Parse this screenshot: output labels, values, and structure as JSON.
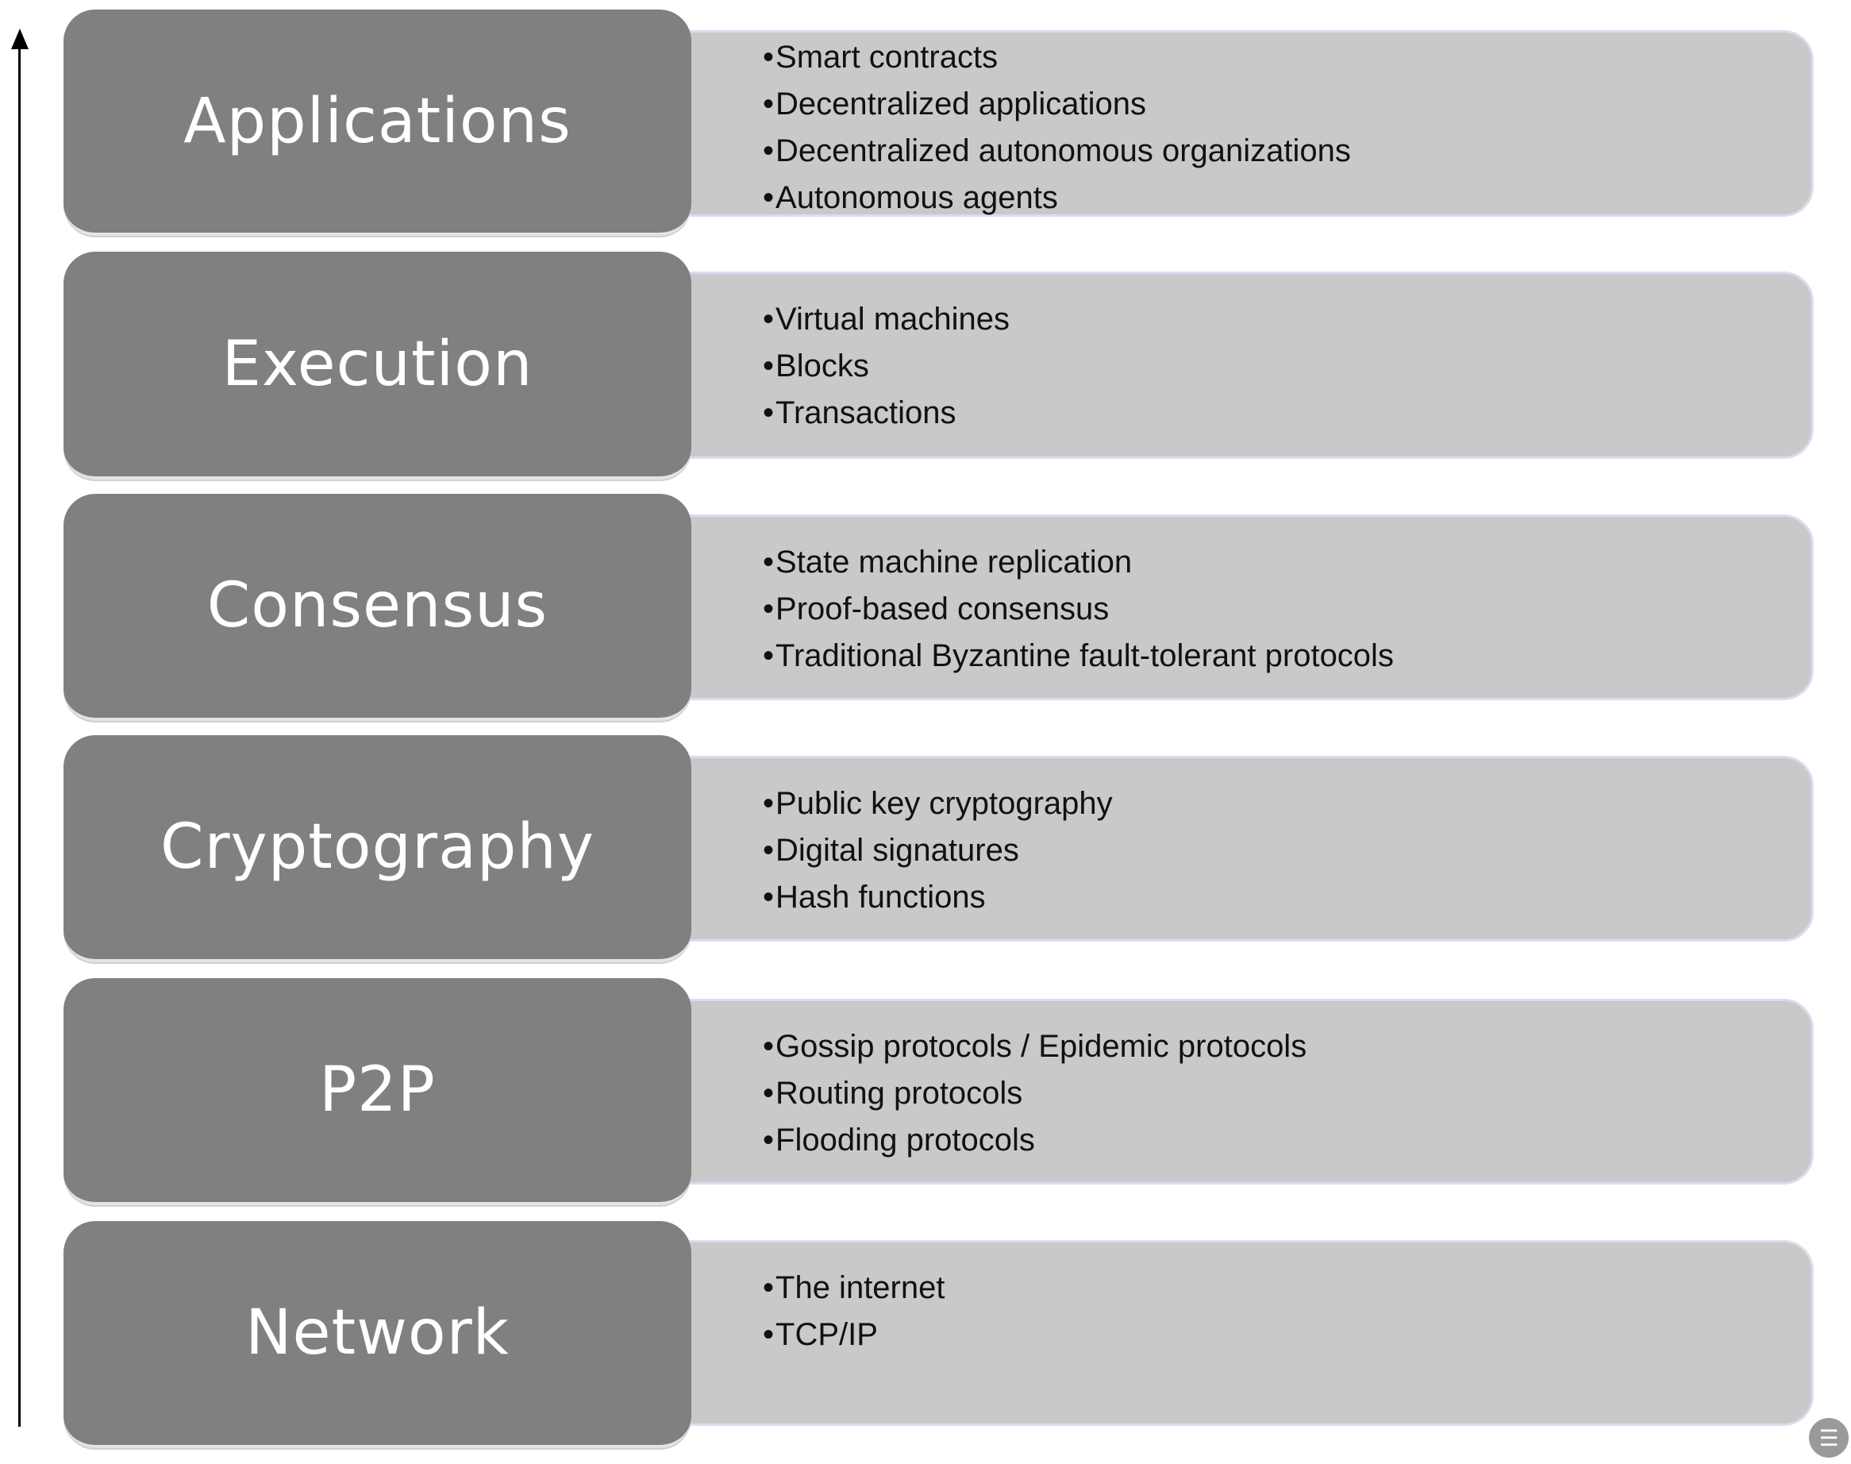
{
  "layers": [
    {
      "label": "Applications",
      "items": [
        "Smart contracts",
        "Decentralized applications",
        "Decentralized autonomous organizations",
        "Autonomous agents"
      ]
    },
    {
      "label": "Execution",
      "items": [
        "Virtual machines",
        "Blocks",
        "Transactions"
      ]
    },
    {
      "label": "Consensus",
      "items": [
        "State machine replication",
        "Proof-based consensus",
        "Traditional Byzantine fault-tolerant protocols"
      ]
    },
    {
      "label": "Cryptography",
      "items": [
        "Public key cryptography",
        "Digital signatures",
        "Hash functions"
      ]
    },
    {
      "label": "P2P",
      "items": [
        "Gossip protocols / Epidemic protocols",
        "Routing protocols",
        "Flooding protocols"
      ]
    },
    {
      "label": "Network",
      "items": [
        "The internet",
        "TCP/IP"
      ]
    }
  ],
  "bullet_char": "•",
  "colors": {
    "label_fill": "#808080",
    "detail_fill": "#c9c9c9",
    "arrow": "#000000"
  },
  "icons": {
    "axis": "up-arrow-icon",
    "corner": "chat-icon"
  }
}
